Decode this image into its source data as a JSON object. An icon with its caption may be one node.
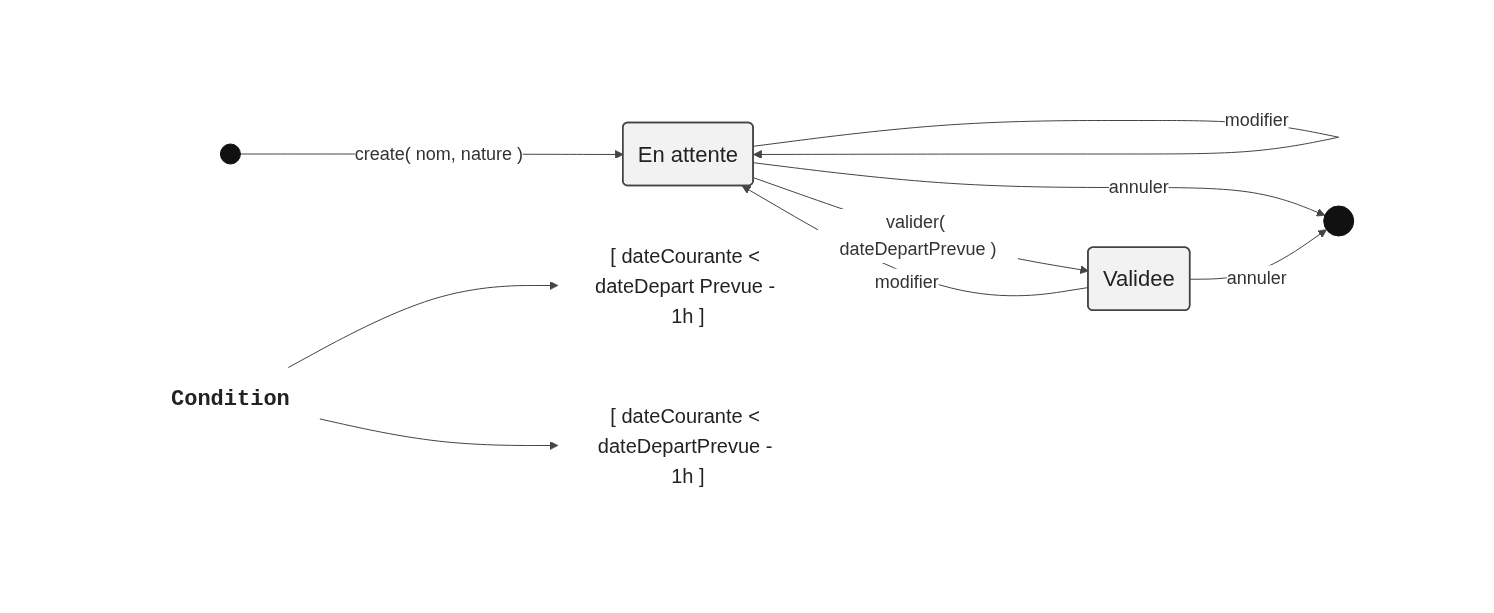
{
  "diagram": {
    "nodes": [
      {
        "text": [],
        "shape": "circle"
      },
      {
        "text": [
          "En attente"
        ]
      },
      {
        "text": [
          "Validee"
        ]
      },
      {
        "text": [],
        "shape": "circle"
      },
      {
        "text": [
          "[ dateCourante < dateDepart Prevue - 1h ]"
        ]
      },
      {
        "text": [
          "[ dateCourante < dateDepartPrevue - 1h ]"
        ]
      },
      {
        "text": [
          "Condition"
        ]
      }
    ],
    "edges": [
      {
        "from": 0,
        "to": 1,
        "arrow": "to",
        "label": "create( nom, nature )"
      },
      {
        "from": 1,
        "to": 1,
        "arrow": "to",
        "label": "modifier"
      },
      {
        "from": 2,
        "to": 1,
        "arrow": "to",
        "label": "modifier"
      },
      {
        "from": 1,
        "to": 2,
        "arrow": "to",
        "label": "valider( dateDepartPrevue )"
      },
      {
        "from": 1,
        "to": 3,
        "arrow": "to",
        "label": "annuler"
      },
      {
        "from": 2,
        "to": 3,
        "arrow": "to",
        "label": "annuler"
      },
      {
        "from": 6,
        "to": 4,
        "arrow": "to"
      },
      {
        "from": 6,
        "to": 5,
        "arrow": "to"
      }
    ]
  }
}
